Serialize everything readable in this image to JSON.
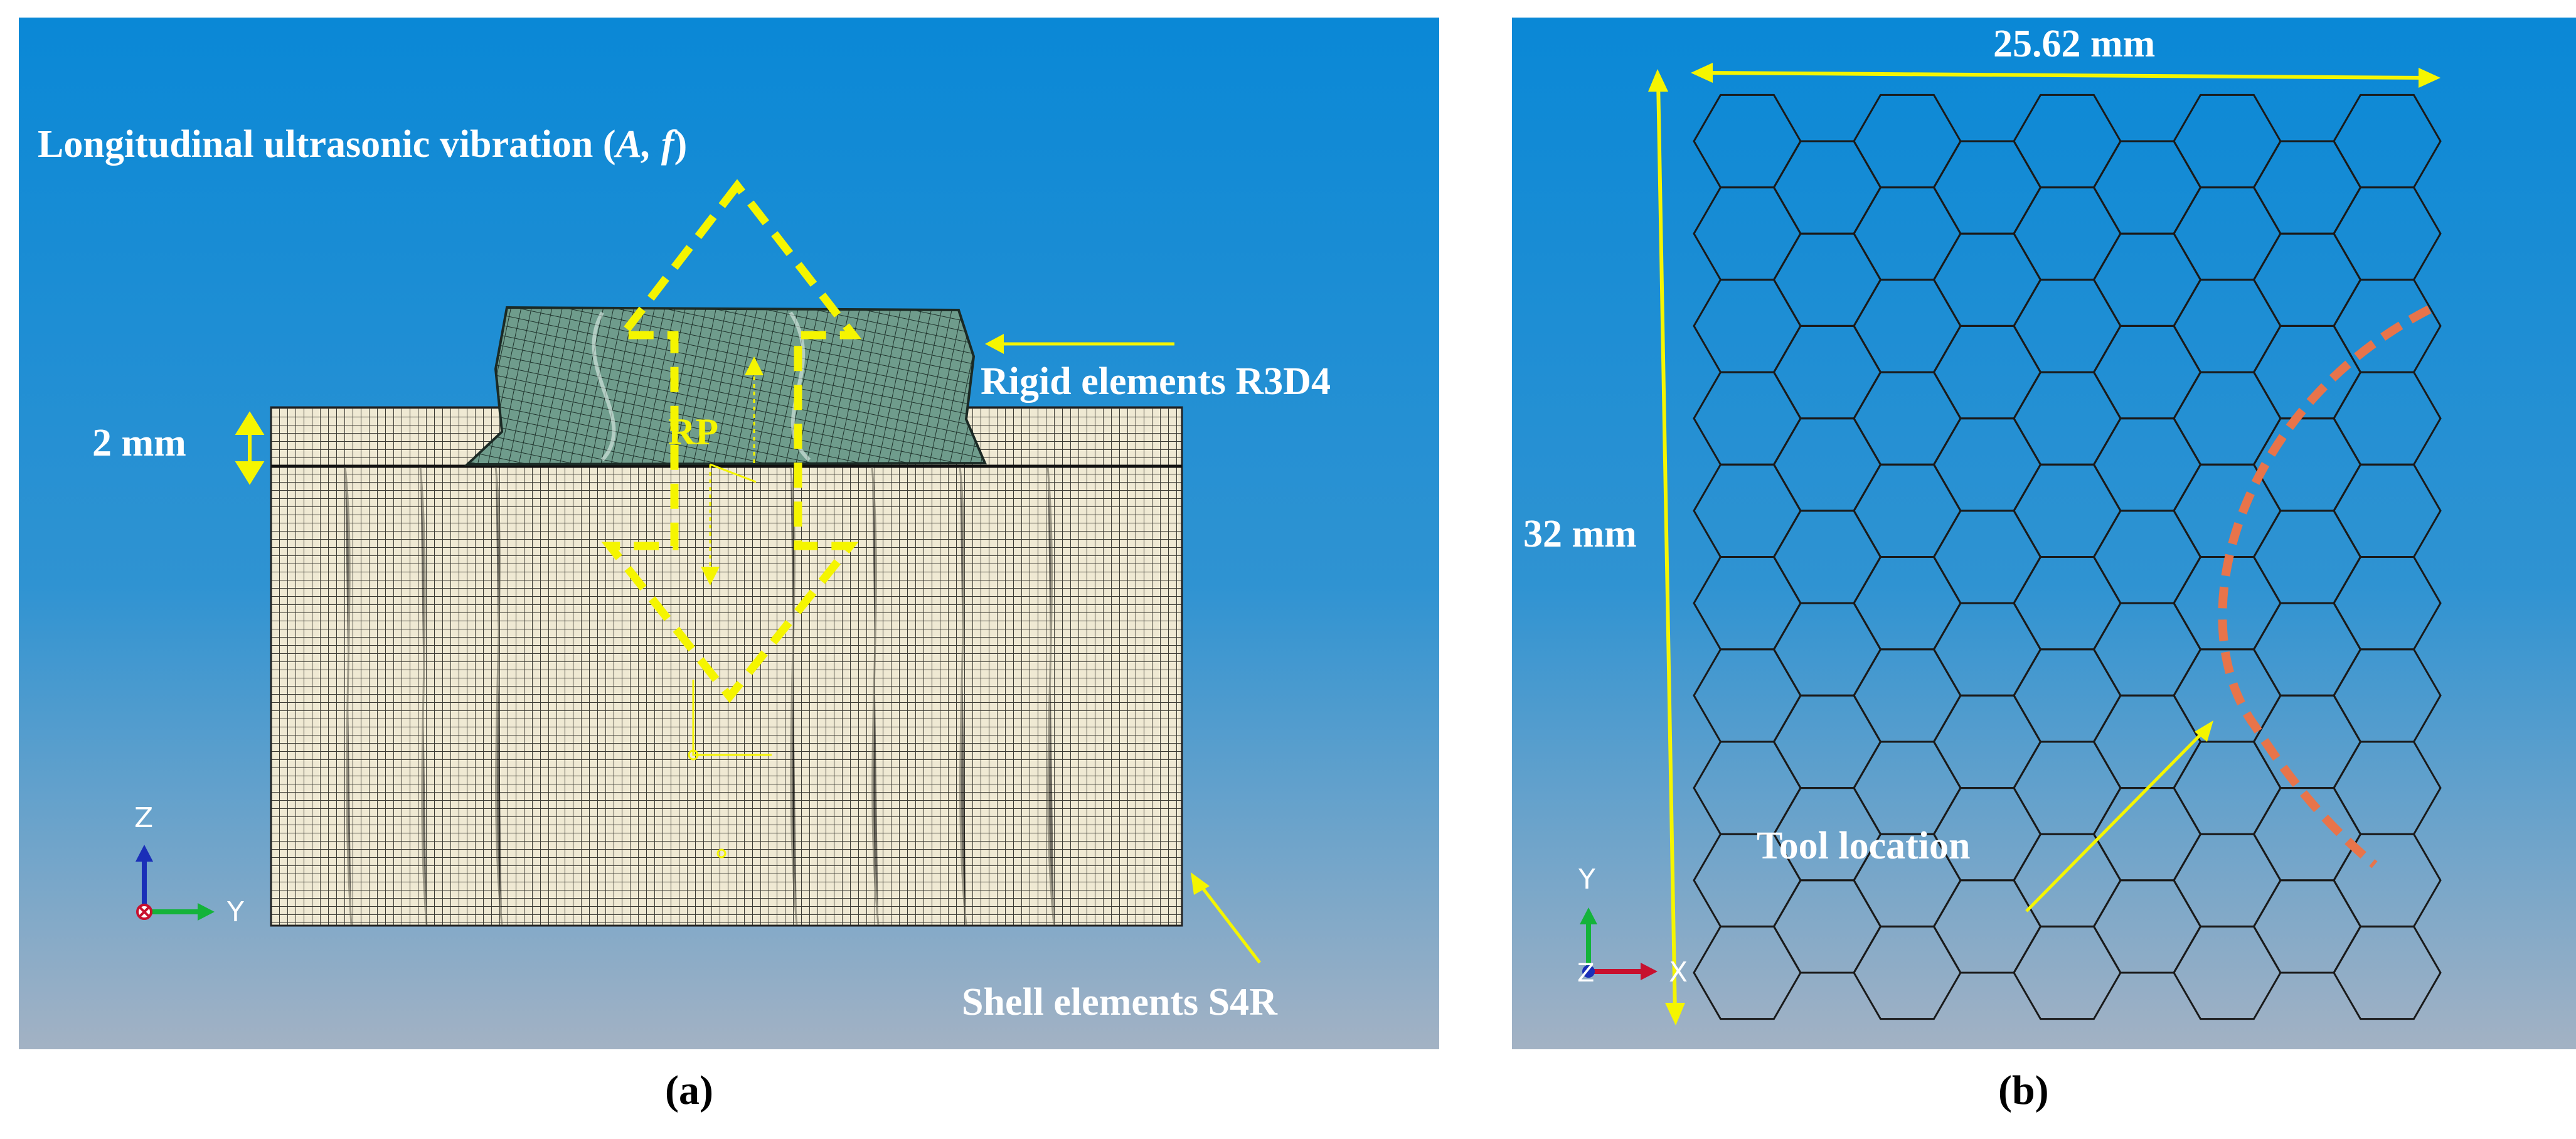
{
  "panel_a": {
    "title": "Longitudinal ultrasonic vibration (",
    "title_italic": "A, f",
    "title_close": ")",
    "dim_label": "2 mm",
    "rp_label": "RP",
    "rigid_label": "Rigid elements R3D4",
    "shell_label": "Shell elements S4R",
    "axis_vertical": "Z",
    "axis_horizontal": "Y",
    "caption": "(a)"
  },
  "panel_b": {
    "width_label": "25.62 mm",
    "height_label": "32 mm",
    "tool_label": "Tool location",
    "axis_vertical": "Y",
    "axis_out": "Z",
    "axis_horizontal": "X",
    "caption": "(b)"
  },
  "colors": {
    "background_top": "#0a88d6",
    "background_bottom": "#9fb3c8",
    "annotation": "#f5f500",
    "tool_path": "#e8744a",
    "mesh_fill": "#efe9d3",
    "tool_mesh": "#6f9c8c"
  }
}
